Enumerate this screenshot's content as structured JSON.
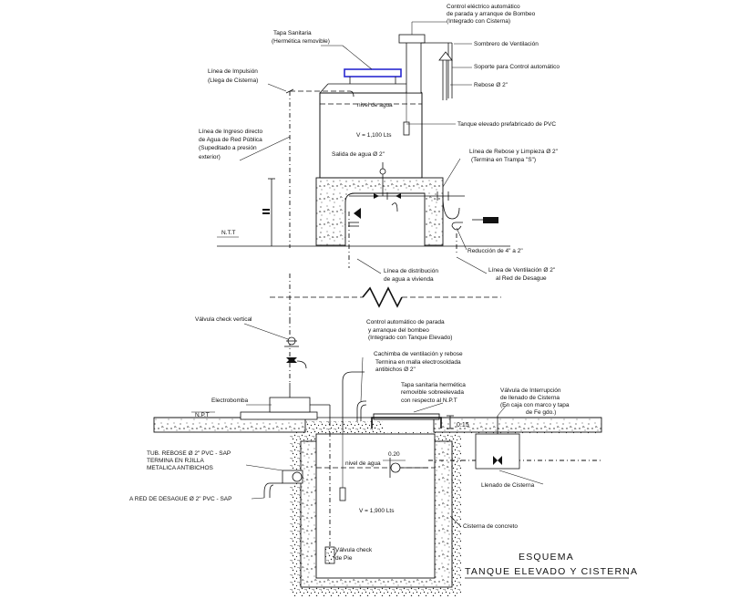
{
  "labels": {
    "control_electrico": [
      "Control eléctrico automático",
      "de parada y arranque de Bombeo",
      "(Integrado con Cisterna)"
    ],
    "tapa_sanitaria_top": [
      "Tapa Sanitaria",
      "(Hermética removible)"
    ],
    "sombrero": "Sombrero de Ventilación",
    "soporte": "Soporte para Control automático",
    "linea_impulsion": [
      "Línea de Impulsión",
      "(Llega de Cisterna)"
    ],
    "rebose": "Rebose Ø 2\"",
    "nivel_agua_top": "nivel de agua",
    "tanque_elevado": "Tanque elevado prefabricado de PVC",
    "linea_ingreso": [
      "Línea de Ingreso directo",
      "de Agua de Red Pública",
      "(Supeditado a presión",
      "exterior)"
    ],
    "volumen_top": "V = 1,100 Lts",
    "salida_agua": "Salida de agua Ø 2\"",
    "linea_rebose_limpieza": [
      "Línea de Rebose y Limpieza Ø 2\"",
      "(Termina en Trampa \"S\")"
    ],
    "ntt": "N.T.T",
    "reduccion": "Reducción de 4\" a 2\"",
    "linea_distribucion": [
      "Línea de distribución",
      "de agua a vivienda"
    ],
    "linea_ventilacion": [
      "Línea de Ventilación Ø 2\"",
      "al Red de Desague"
    ],
    "valvula_check_vertical": "Válvula check vertical",
    "control_automatico": [
      "Control automático de parada",
      "y arranque del bombeo",
      "(Integrado con Tanque Elevado)"
    ],
    "cachimba": [
      "Cachimba de ventilación y rebose",
      "Termina en malla electrosoldada",
      "antibichos Ø 2\""
    ],
    "tapa_sanitaria_bottom": [
      "Tapa sanitaria hermética",
      "removible sobreelevada",
      "con respecto al N.P.T"
    ],
    "valvula_interrupcion": [
      "Válvula de Interrupción",
      "de llenado de Cisterna",
      "(En caja con marco y tapa",
      "de Fe gdo.)"
    ],
    "electrobomba": "Electrobomba",
    "npt": "N.P.T",
    "dim_015": "0.15",
    "dim_020": "0.20",
    "tub_rebose": [
      "TUB. REBOSE Ø 2\" PVC - SAP",
      "TERMINA EN RJILLA",
      "METALICA ANTIBICHOS"
    ],
    "nivel_agua_bottom": "nivel de agua",
    "a_red_desague": "A RED DE DESAGUE Ø 2\" PVC - SAP",
    "llenado_cisterna": "Llenado de Cisterna",
    "volumen_bottom": "V = 1,900 Lts",
    "cisterna_concreto": "Cisterna  de concreto",
    "valvula_check_pie": [
      "Válvula check",
      "de Pie"
    ]
  },
  "title": {
    "line1": "ESQUEMA",
    "line2": "TANQUE ELEVADO Y CISTERNA"
  }
}
